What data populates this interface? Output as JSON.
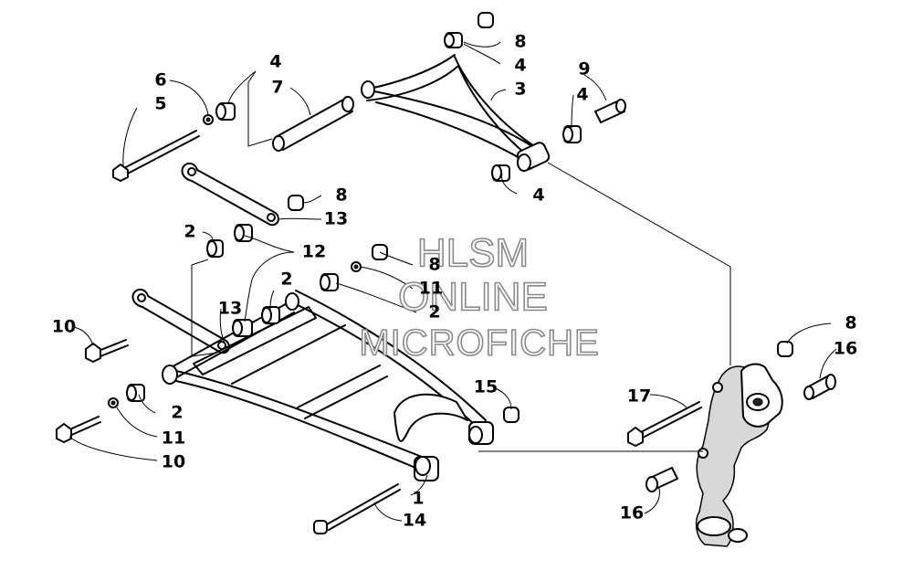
{
  "watermark": {
    "line1": "HLSM",
    "line2": "ONLINE",
    "line3": "MICROFICHE"
  },
  "callouts": [
    {
      "id": "c1",
      "label": "1"
    },
    {
      "id": "c2a",
      "label": "2"
    },
    {
      "id": "c2b",
      "label": "2"
    },
    {
      "id": "c2c",
      "label": "2"
    },
    {
      "id": "c2d",
      "label": "2"
    },
    {
      "id": "c3",
      "label": "3"
    },
    {
      "id": "c4a",
      "label": "4"
    },
    {
      "id": "c4b",
      "label": "4"
    },
    {
      "id": "c4c",
      "label": "4"
    },
    {
      "id": "c4d",
      "label": "4"
    },
    {
      "id": "c5",
      "label": "5"
    },
    {
      "id": "c6",
      "label": "6"
    },
    {
      "id": "c7",
      "label": "7"
    },
    {
      "id": "c8a",
      "label": "8"
    },
    {
      "id": "c8b",
      "label": "8"
    },
    {
      "id": "c8c",
      "label": "8"
    },
    {
      "id": "c8d",
      "label": "8"
    },
    {
      "id": "c9",
      "label": "9"
    },
    {
      "id": "c10a",
      "label": "10"
    },
    {
      "id": "c10b",
      "label": "10"
    },
    {
      "id": "c11a",
      "label": "11"
    },
    {
      "id": "c11b",
      "label": "11"
    },
    {
      "id": "c12",
      "label": "12"
    },
    {
      "id": "c13a",
      "label": "13"
    },
    {
      "id": "c13b",
      "label": "13"
    },
    {
      "id": "c14",
      "label": "14"
    },
    {
      "id": "c15",
      "label": "15"
    },
    {
      "id": "c16a",
      "label": "16"
    },
    {
      "id": "c16b",
      "label": "16"
    },
    {
      "id": "c17",
      "label": "17"
    }
  ]
}
